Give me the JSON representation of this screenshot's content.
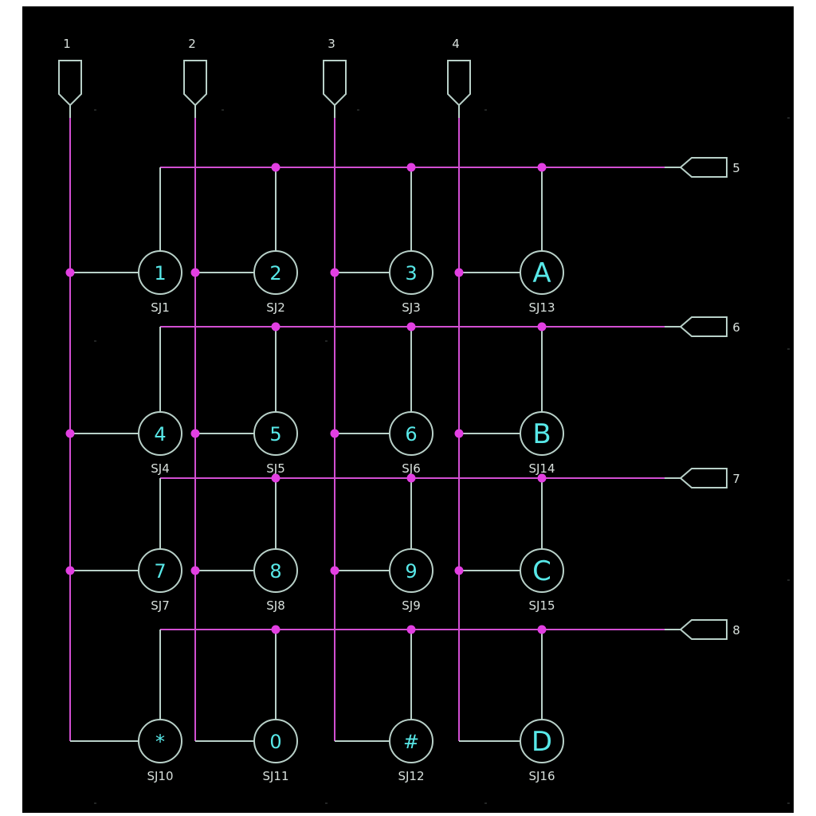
{
  "colors": {
    "background": "#000000",
    "wire": "#d24fd2",
    "junction": "#e23fe2",
    "component": "#b8d0c8",
    "key_text": "#58e8e8",
    "label": "#d8e0dc"
  },
  "column_ports": [
    {
      "label": "1"
    },
    {
      "label": "2"
    },
    {
      "label": "3"
    },
    {
      "label": "4"
    }
  ],
  "row_ports": [
    {
      "label": "5"
    },
    {
      "label": "6"
    },
    {
      "label": "7"
    },
    {
      "label": "8"
    }
  ],
  "keys": [
    {
      "label": "1",
      "ref": "SJ1"
    },
    {
      "label": "2",
      "ref": "SJ2"
    },
    {
      "label": "3",
      "ref": "SJ3"
    },
    {
      "label": "A",
      "ref": "SJ13"
    },
    {
      "label": "4",
      "ref": "SJ4"
    },
    {
      "label": "5",
      "ref": "SJ5"
    },
    {
      "label": "6",
      "ref": "SJ6"
    },
    {
      "label": "B",
      "ref": "SJ14"
    },
    {
      "label": "7",
      "ref": "SJ7"
    },
    {
      "label": "8",
      "ref": "SJ8"
    },
    {
      "label": "9",
      "ref": "SJ9"
    },
    {
      "label": "C",
      "ref": "SJ15"
    },
    {
      "label": "*",
      "ref": "SJ10"
    },
    {
      "label": "0",
      "ref": "SJ11"
    },
    {
      "label": "#",
      "ref": "SJ12"
    },
    {
      "label": "D",
      "ref": "SJ16"
    }
  ]
}
